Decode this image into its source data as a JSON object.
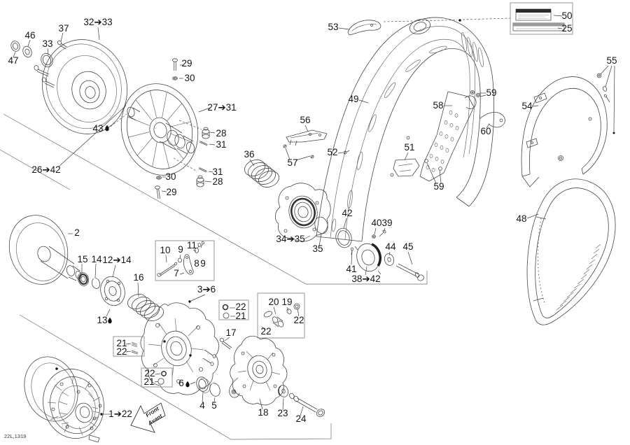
{
  "figure": {
    "code": "22L,1319",
    "direction_arrow": {
      "line1": "Front",
      "line2": "Avant"
    }
  },
  "callouts": {
    "c32_33": "32➔33",
    "c37": "37",
    "c46": "46",
    "c33": "33",
    "c47": "47",
    "c29_top": "29",
    "c30_top": "30",
    "c27_31": "27➔31",
    "c28_upper": "28",
    "c31_upper": "31",
    "c36": "36",
    "c31_lower": "31",
    "c28_lower": "28",
    "c30_left": "30",
    "c29_left": "29",
    "c43": "43",
    "c26_42": "26➔42",
    "c2": "2",
    "c15": "15",
    "c14": "14",
    "c12_14": "12➔14",
    "c16": "16",
    "c13": "13",
    "c10": "10",
    "c9a": "9",
    "c11": "11",
    "c8": "8",
    "c9b": "9",
    "c7": "7",
    "c3_6": "3➔6",
    "c22_boxA": "22",
    "c21_boxA": "21",
    "c17": "17",
    "c20": "20",
    "c19": "19",
    "c22_boxB_right": "22",
    "c22_boxB_left": "22",
    "c21_boxC": "21",
    "c22_boxC": "22",
    "c22_boxD": "22",
    "c21_boxD": "21",
    "c6": "6",
    "c4": "4",
    "c5": "5",
    "c1_22": "1➔22",
    "c18": "18",
    "c23": "23",
    "c24": "24",
    "c34_35": "34➔35",
    "c35": "35",
    "c42": "42",
    "c40": "40",
    "c39": "39",
    "c41": "41",
    "c44": "44",
    "c45": "45",
    "c38_42": "38➔42",
    "c53": "53",
    "c49": "49",
    "c50": "50",
    "c25": "25",
    "c55": "55",
    "c54": "54",
    "c48": "48",
    "c56": "56",
    "c57": "57",
    "c52": "52",
    "c58": "58",
    "c59_top": "59",
    "c60": "60",
    "c51": "51",
    "c59_bottom": "59"
  }
}
